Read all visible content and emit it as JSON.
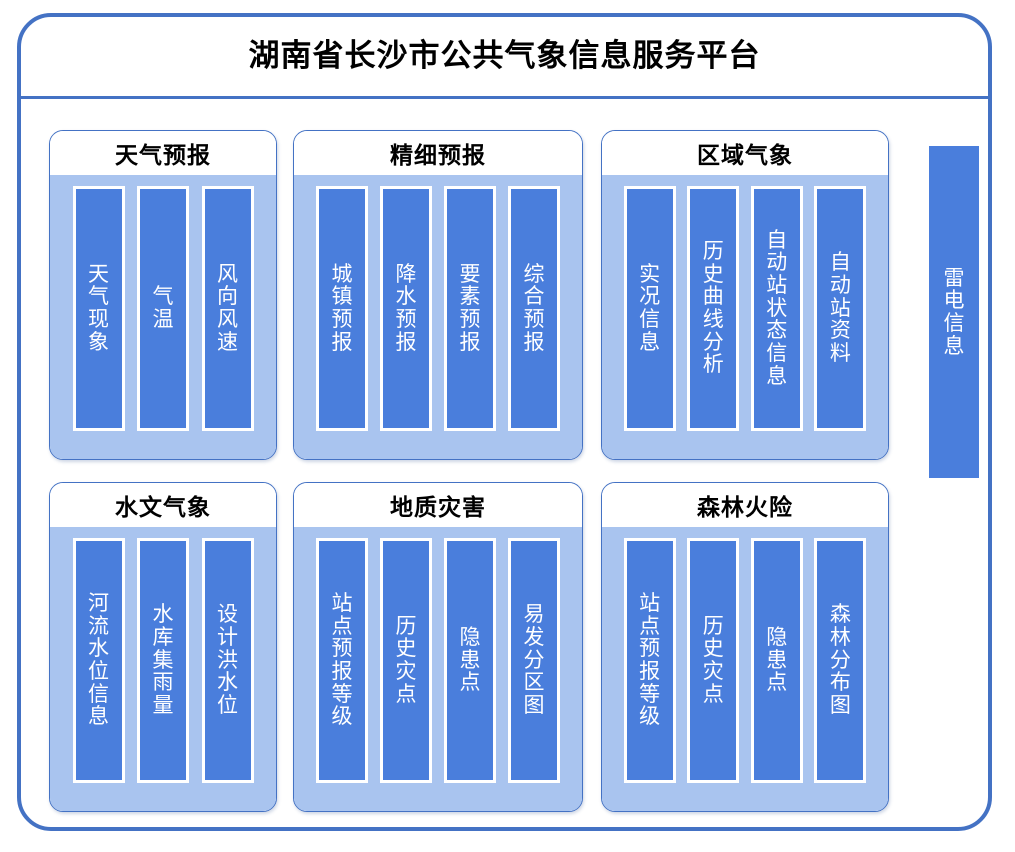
{
  "platform": {
    "title": "湖南省长沙市公共气象信息服务平台"
  },
  "side_panel": {
    "lightning_label": "雷电信息"
  },
  "modules": [
    {
      "id": "weather-forecast",
      "title": "天气预报",
      "items": [
        "天气现象",
        "气温",
        "风向风速"
      ]
    },
    {
      "id": "fine-forecast",
      "title": "精细预报",
      "items": [
        "城镇预报",
        "降水预报",
        "要素预报",
        "综合预报"
      ]
    },
    {
      "id": "regional-met",
      "title": "区域气象",
      "items": [
        "实况信息",
        "历史曲线分析",
        "自动站状态信息",
        "自动站资料"
      ]
    },
    {
      "id": "hydro-met",
      "title": "水文气象",
      "items": [
        "河流水位信息",
        "水库集雨量",
        "设计洪水位"
      ]
    },
    {
      "id": "geo-disaster",
      "title": "地质灾害",
      "items": [
        "站点预报等级",
        "历史灾点",
        "隐患点",
        "易发分区图"
      ]
    },
    {
      "id": "forest-fire",
      "title": "森林火险",
      "items": [
        "站点预报等级",
        "历史灾点",
        "隐患点",
        "森林分布图"
      ]
    }
  ],
  "colors": {
    "frame_border": "#4472C4",
    "card_body": "#A9C4EF",
    "item_bar": "#4A7EDC",
    "item_bar_border": "#FFFFFF",
    "title_text": "#000000",
    "item_text": "#FFFFFF"
  }
}
